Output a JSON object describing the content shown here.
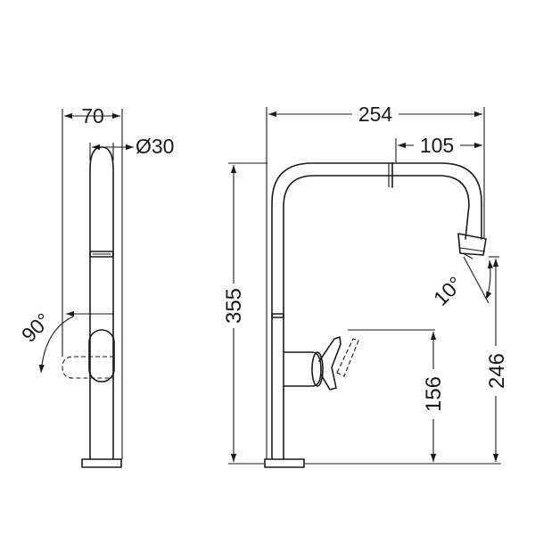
{
  "drawing": {
    "line_color": "#1a1a1a",
    "background": "#ffffff",
    "dimensions": {
      "side_width": "70",
      "spout_diameter": "Ø30",
      "lever_rotation": "90°",
      "total_reach": "254",
      "spray_head_length": "105",
      "total_height": "355",
      "spray_tilt": "10°",
      "spout_height": "246",
      "lever_height": "156"
    }
  }
}
